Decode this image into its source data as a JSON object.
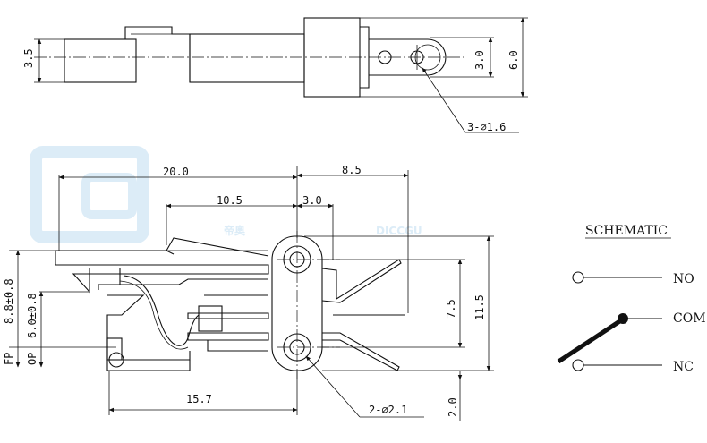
{
  "watermark": {
    "text": "DICCGU",
    "cjk": "帝奥"
  },
  "top_view": {
    "dims": {
      "height_left": "3.5",
      "hole_pitch": "3.0",
      "body_height": "6.0",
      "holes": "3-⌀1.6"
    }
  },
  "side_view": {
    "dims": {
      "overall": "20.0",
      "actuator": "10.5",
      "pitch_top": "3.0",
      "right": "8.5",
      "fp": "8.8±0.8",
      "op": "6.0±0.8",
      "terminal_gap": "7.5",
      "height": "11.5",
      "bottom_len": "15.7",
      "bottom_off": "2.0",
      "holes": "2-⌀2.1"
    },
    "labels": {
      "fp": "FP",
      "op": "OP"
    }
  },
  "schematic": {
    "title": "SCHEMATIC",
    "no": "NO",
    "com": "COM",
    "nc": "NC"
  }
}
